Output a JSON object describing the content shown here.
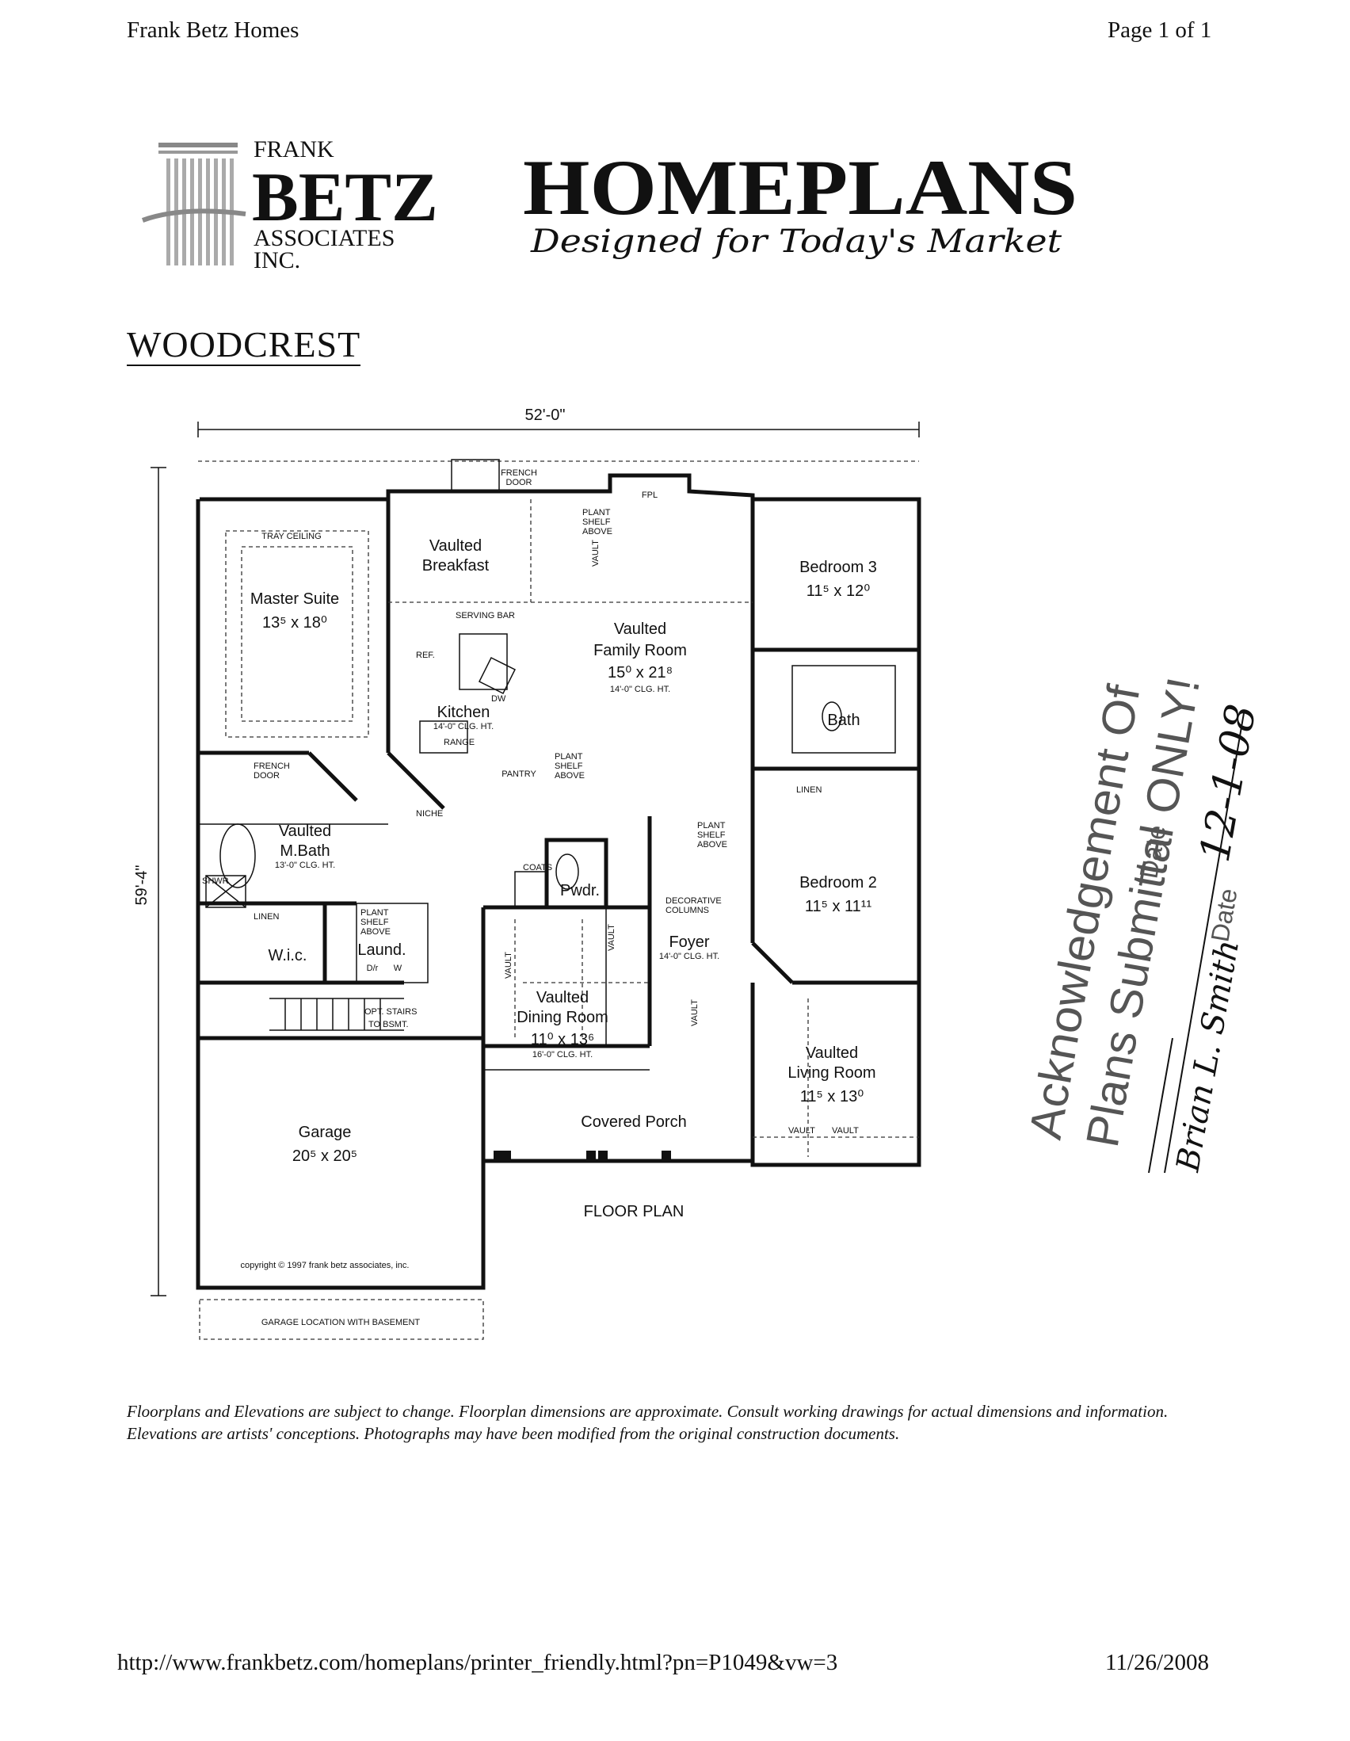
{
  "header": {
    "left": "Frank Betz Homes",
    "right": "Page 1 of 1"
  },
  "logo": {
    "company_top": "FRANK",
    "company_main": "BETZ",
    "company_sub": "ASSOCIATES",
    "company_inc": "INC.",
    "brand": "HOMEPLANS",
    "tagline": "Designed for Today's Market"
  },
  "plan_title": "WOODCREST",
  "floor_plan": {
    "width_dim": "52'-0\"",
    "depth_dim": "59'-4\"",
    "label": "FLOOR PLAN",
    "copyright": "copyright © 1997 frank betz associates, inc.",
    "garage_note": "GARAGE LOCATION WITH BASEMENT",
    "rooms": {
      "master_name": "Master Suite",
      "master_size": "13⁵ x 18⁰",
      "tray": "TRAY CEILING",
      "breakfast_1": "Vaulted",
      "breakfast_2": "Breakfast",
      "family_1": "Vaulted",
      "family_2": "Family Room",
      "family_size": "15⁰ x 21⁸",
      "family_clg": "14'-0\" CLG. HT.",
      "kitchen": "Kitchen",
      "kitchen_clg": "14'-0\" CLG. HT.",
      "bed3_name": "Bedroom 3",
      "bed3_size": "11⁵ x 12⁰",
      "bath": "Bath",
      "bed2_name": "Bedroom 2",
      "bed2_size": "11⁵ x 11¹¹",
      "mbath_1": "Vaulted",
      "mbath_2": "M.Bath",
      "mbath_clg": "13'-0\" CLG. HT.",
      "wic": "W.i.c.",
      "laund": "Laund.",
      "pwdr": "Pwdr.",
      "foyer": "Foyer",
      "foyer_clg": "14'-0\" CLG. HT.",
      "dining_1": "Vaulted",
      "dining_2": "Dining Room",
      "dining_size": "11⁰ x 13⁶",
      "dining_clg": "16'-0\" CLG. HT.",
      "living_1": "Vaulted",
      "living_2": "Living Room",
      "living_size": "11⁵ x 13⁰",
      "porch": "Covered Porch",
      "garage_name": "Garage",
      "garage_size": "20⁵ x 20⁵",
      "french_door_top_1": "FRENCH",
      "french_door_top_2": "DOOR",
      "french_door_mb_1": "FRENCH",
      "french_door_mb_2": "DOOR",
      "fpl": "FPL",
      "plant_shelf_1": "PLANT",
      "plant_shelf_2": "SHELF",
      "plant_shelf_3": "ABOVE",
      "serving_bar": "SERVING BAR",
      "ref": "REF.",
      "dw": "DW",
      "range": "RANGE",
      "pantry": "PANTRY",
      "niche": "NICHE",
      "coats": "COATS",
      "linen": "LINEN",
      "shwr": "SHWR",
      "decorative_1": "DECORATIVE",
      "decorative_2": "COLUMNS",
      "opt_stairs_1": "OPT. STAIRS",
      "opt_stairs_2": "TO BSMT.",
      "vault": "VAULT",
      "dr": "D/r",
      "w": "W"
    }
  },
  "stamp": {
    "line1": "Acknowledgement Of",
    "line2": "Plans Submittal ONLY!",
    "date_label_1": "Date",
    "date_label_2": "Date",
    "date_value": "12-1-08",
    "signature": "Brian L. Smith"
  },
  "disclaimer": "Floorplans and Elevations are subject to change. Floorplan dimensions are approximate. Consult working drawings for actual dimensions and information. Elevations are artists' conceptions. Photographs may have been modified from the original construction documents.",
  "footer": {
    "url": "http://www.frankbetz.com/homeplans/printer_friendly.html?pn=P1049&vw=3",
    "date": "11/26/2008"
  }
}
